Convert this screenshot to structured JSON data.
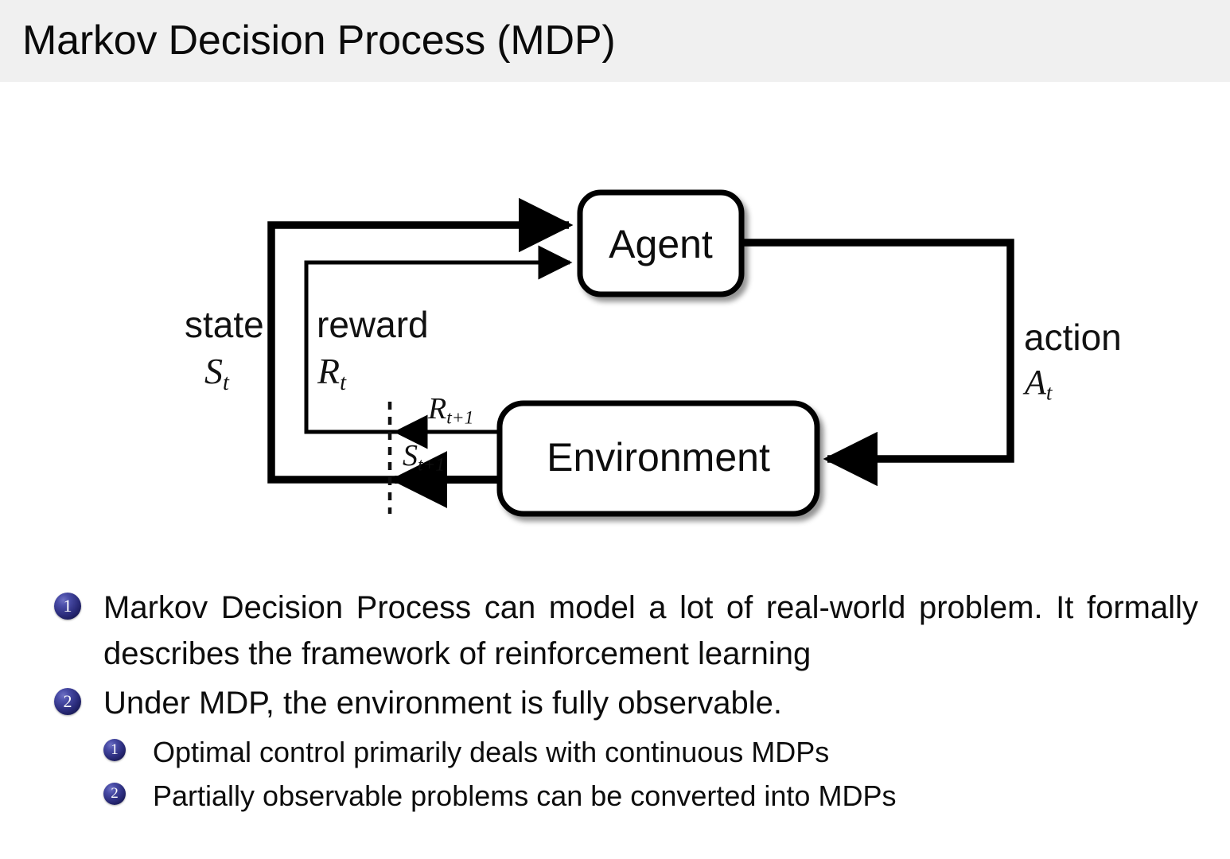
{
  "slide": {
    "title": "Markov Decision Process (MDP)",
    "header_bg": "#f0f0f0",
    "background": "#ffffff",
    "bullet_marker_color": "#23246f"
  },
  "diagram": {
    "type": "agent-environment-interaction-loop",
    "nodes": [
      {
        "id": "agent",
        "label": "Agent"
      },
      {
        "id": "environment",
        "label": "Environment"
      }
    ],
    "edge_labels": {
      "state_word": "state",
      "state_symbol": "S",
      "state_symbol_sub": "t",
      "reward_word": "reward",
      "reward_symbol": "R",
      "reward_symbol_sub": "t",
      "action_word": "action",
      "action_symbol": "A",
      "action_symbol_sub": "t",
      "next_reward_symbol": "R",
      "next_reward_sub": "t+1",
      "next_state_symbol": "S",
      "next_state_sub": "t+1"
    }
  },
  "bullets": [
    {
      "num": "1",
      "text": "Markov Decision Process can model a lot of real-world problem. It formally describes the framework of reinforcement learning",
      "children": []
    },
    {
      "num": "2",
      "text": "Under MDP, the environment is fully observable.",
      "children": [
        {
          "num": "1",
          "text": "Optimal control primarily deals with continuous MDPs"
        },
        {
          "num": "2",
          "text": "Partially observable problems can be converted into MDPs"
        }
      ]
    }
  ]
}
